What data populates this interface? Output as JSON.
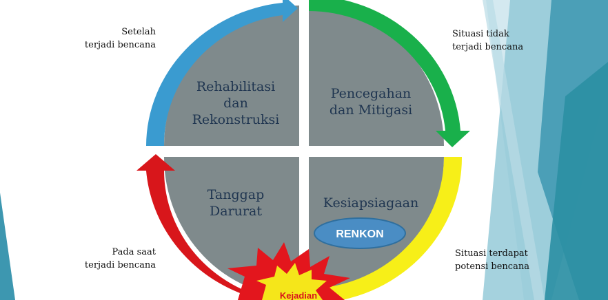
{
  "colors": {
    "quadrant": "#7f8a8c",
    "arrow_blue": "#3a9bd0",
    "arrow_green": "#19b04b",
    "arrow_yellow": "#f7ef18",
    "arrow_red": "#d8161b",
    "oval_fill": "#4a8dc4",
    "oval_stroke": "#2f6f9e",
    "quad_text": "#1f3550",
    "star_red": "#e3161d",
    "star_yellow": "#f5e61a",
    "deco_teal": "#2b8fa3"
  },
  "quadrants": {
    "top_left": {
      "lines": [
        "Rehabilitasi",
        "dan",
        "Rekonstruksi"
      ]
    },
    "top_right": {
      "lines": [
        "Pencegahan",
        "dan Mitigasi"
      ]
    },
    "bottom_left": {
      "lines": [
        "Tanggap",
        "Darurat"
      ]
    },
    "bottom_right": {
      "lines": [
        "Kesiapsiagaan"
      ]
    }
  },
  "renkon_label": "RENKON",
  "event_label": "Kejadian",
  "side_labels": {
    "top_left": {
      "line1": "Setelah",
      "line2": "terjadi bencana"
    },
    "top_right": {
      "line1": "Situasi tidak",
      "line2": "terjadi bencana"
    },
    "bottom_left": {
      "line1": "Pada saat",
      "line2": "terjadi bencana"
    },
    "bottom_right": {
      "line1": "Situasi terdapat",
      "line2": "potensi bencana"
    }
  },
  "icons": {
    "arrows": [
      "arrow-blue-icon",
      "arrow-green-icon",
      "arrow-yellow-icon",
      "arrow-red-icon"
    ],
    "burst": "explosion-star-icon"
  }
}
